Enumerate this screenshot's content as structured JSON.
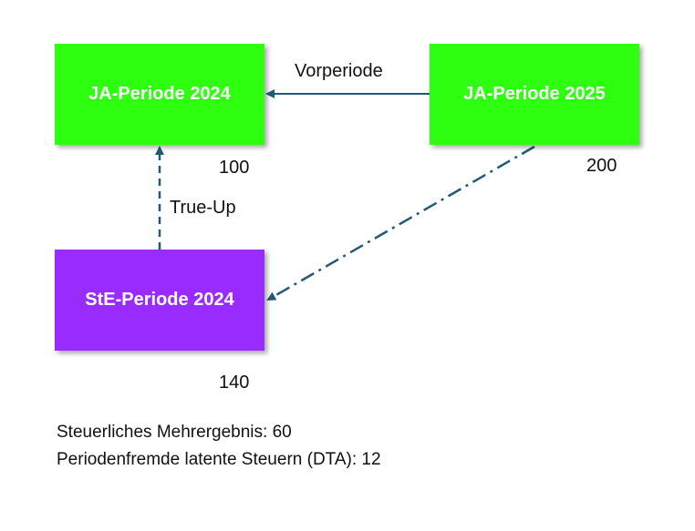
{
  "colors": {
    "ja_box": "#2eff10",
    "ste_box": "#9a2bff",
    "arrow": "#1f5b77"
  },
  "boxes": {
    "ja_2024": "JA-Periode 2024",
    "ja_2025": "JA-Periode 2025",
    "ste_2024": "StE-Periode 2024"
  },
  "values": {
    "ja_2024": "100",
    "ja_2025": "200",
    "ste_2024": "140"
  },
  "arrows": {
    "vorperiode": "Vorperiode",
    "true_up": "True-Up"
  },
  "notes": {
    "line1": "Steuerliches Mehrergebnis: 60",
    "line2": "Periodenfremde latente Steuern (DTA): 12"
  }
}
